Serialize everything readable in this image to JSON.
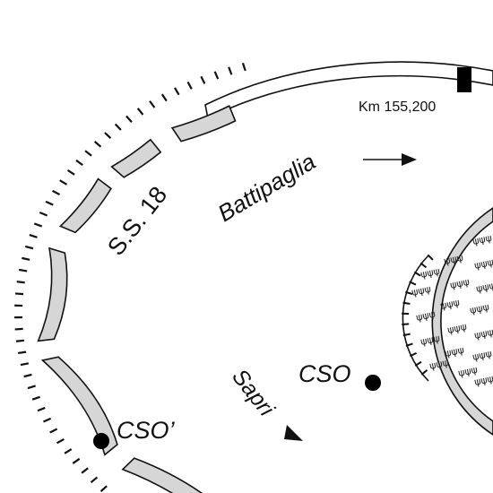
{
  "labels": {
    "km_marker": "Km 155,200",
    "road": "S.S. 18",
    "direction_north": "Battipaglia",
    "direction_south": "Sapri",
    "cso": "CSO",
    "cso_prime": "CSO’"
  },
  "colors": {
    "road_fill": "#d6d6d6",
    "line": "#111111",
    "background": "#ffffff"
  },
  "icons": {
    "arrow_north": "arrow-right-icon",
    "arrow_south": "arrow-down-right-icon",
    "marker": "black-rectangle-icon",
    "point": "black-dot-icon",
    "vegetation": "tree-symbol-icon"
  }
}
